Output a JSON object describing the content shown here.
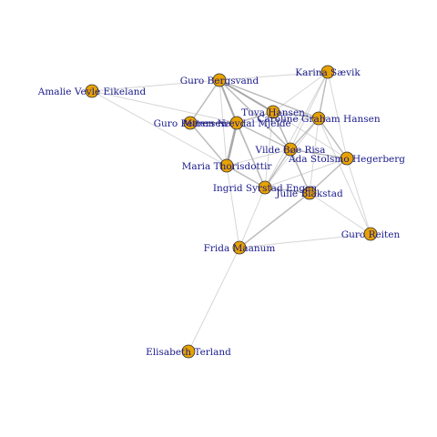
{
  "graph": {
    "node_color": "#e8a200",
    "node_stroke": "#333333",
    "label_color": "#1a1a8c",
    "edge_color": "#b0b0b0",
    "nodes": [
      {
        "id": "amalie",
        "label": "Amalie Vevle Eikeland"
      },
      {
        "id": "guro_b",
        "label": "Guro Bergsvand"
      },
      {
        "id": "karina",
        "label": "Karina Sævik"
      },
      {
        "id": "tuva",
        "label": "Tuva Hansen"
      },
      {
        "id": "guro_p",
        "label": "Guro Pettersen"
      },
      {
        "id": "maren",
        "label": "Maren Nævdal Mjelde"
      },
      {
        "id": "caroline",
        "label": "Caroline Graham Hansen"
      },
      {
        "id": "vilde",
        "label": "Vilde Bøe Risa"
      },
      {
        "id": "ada",
        "label": "Ada Stolsmo Hegerberg"
      },
      {
        "id": "maria",
        "label": "Maria Thorisdottir"
      },
      {
        "id": "ingrid",
        "label": "Ingrid Syrstad Engen"
      },
      {
        "id": "julie",
        "label": "Julie Blakstad"
      },
      {
        "id": "guro_r",
        "label": "Guro Reiten"
      },
      {
        "id": "frida",
        "label": "Frida Maanum"
      },
      {
        "id": "elisabeth",
        "label": "Elisabeth Terland"
      }
    ],
    "edges": [
      {
        "source": "amalie",
        "target": "guro_b",
        "weight": 1
      },
      {
        "source": "amalie",
        "target": "maren",
        "weight": 1
      },
      {
        "source": "amalie",
        "target": "maria",
        "weight": 1
      },
      {
        "source": "guro_b",
        "target": "maren",
        "weight": 3
      },
      {
        "source": "guro_b",
        "target": "guro_p",
        "weight": 2
      },
      {
        "source": "guro_b",
        "target": "tuva",
        "weight": 3
      },
      {
        "source": "guro_b",
        "target": "caroline",
        "weight": 2
      },
      {
        "source": "guro_b",
        "target": "karina",
        "weight": 1
      },
      {
        "source": "guro_b",
        "target": "vilde",
        "weight": 2
      },
      {
        "source": "guro_b",
        "target": "maria",
        "weight": 1
      },
      {
        "source": "guro_b",
        "target": "ingrid",
        "weight": 1
      },
      {
        "source": "karina",
        "target": "tuva",
        "weight": 1
      },
      {
        "source": "karina",
        "target": "caroline",
        "weight": 2
      },
      {
        "source": "karina",
        "target": "vilde",
        "weight": 1
      },
      {
        "source": "karina",
        "target": "ada",
        "weight": 1
      },
      {
        "source": "karina",
        "target": "ingrid",
        "weight": 1
      },
      {
        "source": "tuva",
        "target": "maren",
        "weight": 2
      },
      {
        "source": "tuva",
        "target": "caroline",
        "weight": 2
      },
      {
        "source": "tuva",
        "target": "vilde",
        "weight": 2
      },
      {
        "source": "tuva",
        "target": "ada",
        "weight": 1
      },
      {
        "source": "tuva",
        "target": "ingrid",
        "weight": 1
      },
      {
        "source": "tuva",
        "target": "julie",
        "weight": 1
      },
      {
        "source": "guro_p",
        "target": "maren",
        "weight": 3
      },
      {
        "source": "guro_p",
        "target": "maria",
        "weight": 2
      },
      {
        "source": "maren",
        "target": "maria",
        "weight": 4
      },
      {
        "source": "maren",
        "target": "vilde",
        "weight": 2
      },
      {
        "source": "maren",
        "target": "ingrid",
        "weight": 2
      },
      {
        "source": "maren",
        "target": "caroline",
        "weight": 1
      },
      {
        "source": "caroline",
        "target": "vilde",
        "weight": 2
      },
      {
        "source": "caroline",
        "target": "ada",
        "weight": 2
      },
      {
        "source": "caroline",
        "target": "julie",
        "weight": 1
      },
      {
        "source": "caroline",
        "target": "guro_r",
        "weight": 1
      },
      {
        "source": "caroline",
        "target": "ingrid",
        "weight": 1
      },
      {
        "source": "vilde",
        "target": "ada",
        "weight": 2
      },
      {
        "source": "vilde",
        "target": "julie",
        "weight": 2
      },
      {
        "source": "vilde",
        "target": "ingrid",
        "weight": 2
      },
      {
        "source": "vilde",
        "target": "maria",
        "weight": 1
      },
      {
        "source": "ada",
        "target": "julie",
        "weight": 2
      },
      {
        "source": "ada",
        "target": "guro_r",
        "weight": 1
      },
      {
        "source": "ada",
        "target": "ingrid",
        "weight": 1
      },
      {
        "source": "maria",
        "target": "ingrid",
        "weight": 2
      },
      {
        "source": "maria",
        "target": "frida",
        "weight": 1
      },
      {
        "source": "ingrid",
        "target": "julie",
        "weight": 2
      },
      {
        "source": "ingrid",
        "target": "frida",
        "weight": 1
      },
      {
        "source": "julie",
        "target": "guro_r",
        "weight": 1
      },
      {
        "source": "julie",
        "target": "frida",
        "weight": 2
      },
      {
        "source": "frida",
        "target": "guro_r",
        "weight": 1
      },
      {
        "source": "frida",
        "target": "elisabeth",
        "weight": 1
      }
    ]
  }
}
